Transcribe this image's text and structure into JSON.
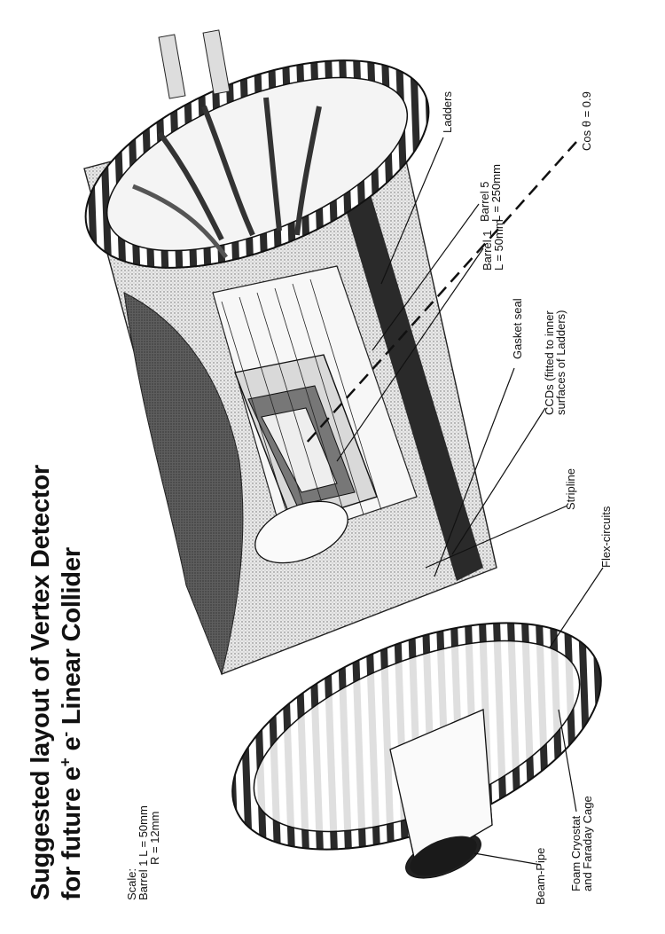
{
  "title": {
    "line1": "Suggested layout of Vertex Detector",
    "line2_prefix": "for future e",
    "line2_sup1": "+",
    "line2_mid": " e",
    "line2_sup2": "-",
    "line2_suffix": " Linear Collider"
  },
  "scale": {
    "heading": "Scale:",
    "barrel_line": "Barrel 1  L = 50mm",
    "radius_line": "R = 12mm"
  },
  "labels": {
    "cos_theta": "Cos θ = 0.9",
    "ladders": "Ladders",
    "barrel5_name": "Barrel 5",
    "barrel5_len": "L = 250mm",
    "barrel1_name": "Barrel 1",
    "barrel1_len": "L = 50mm",
    "gasket": "Gasket seal",
    "ccds_1": "CCDs (fitted to inner",
    "ccds_2": "surfaces of Ladders)",
    "stripline": "Stripline",
    "flex": "Flex-circuits",
    "foam_1": "Foam Cryostat",
    "foam_2": "and Faraday Cage",
    "beam_pipe": "Beam-Pipe"
  },
  "colors": {
    "ink": "#111111",
    "dark": "#2a2a2a",
    "mid": "#8a8a8a",
    "light": "#c9c9c9",
    "paper": "#ffffff"
  }
}
